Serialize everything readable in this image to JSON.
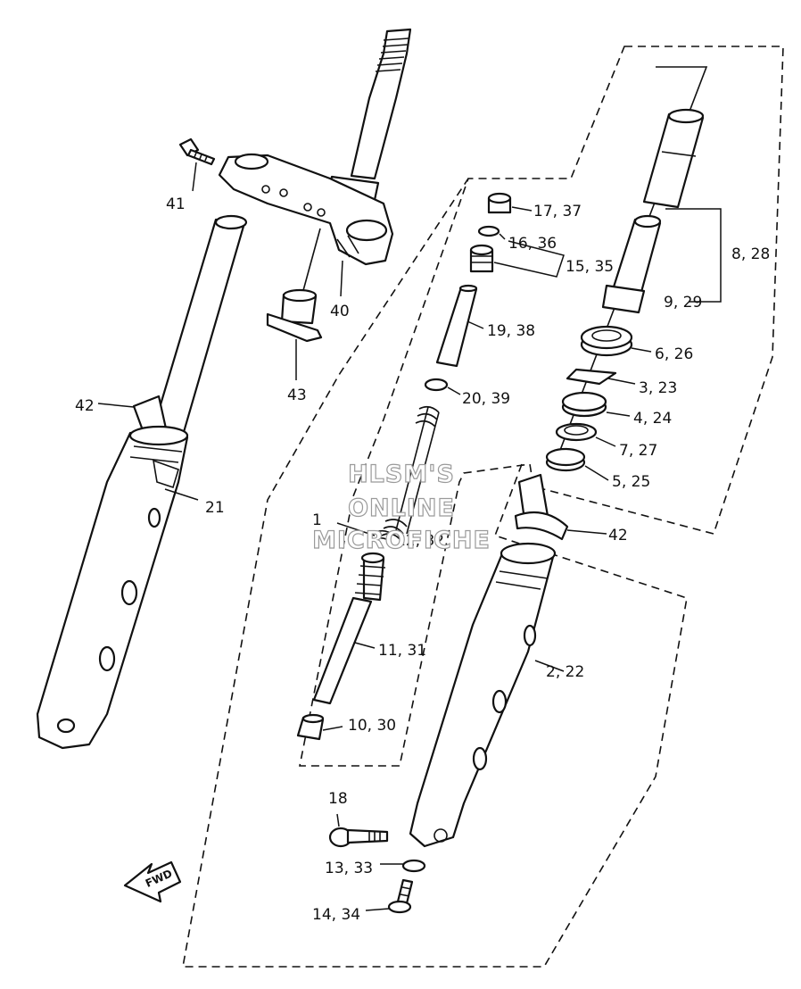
{
  "diagram": {
    "callouts": {
      "c1": "1",
      "c2_22": "2, 22",
      "c3_23": "3, 23",
      "c4_24": "4, 24",
      "c5_25": "5, 25",
      "c6_26": "6, 26",
      "c7_27": "7, 27",
      "c8_28": "8, 28",
      "c9_29": "9, 29",
      "c10_30": "10, 30",
      "c11_31": "11, 31",
      "c12_32": "12, 32",
      "c13_33": "13, 33",
      "c14_34": "14, 34",
      "c15_35": "15, 35",
      "c16_36": "16, 36",
      "c17_37": "17, 37",
      "c18": "18",
      "c19_38": "19, 38",
      "c20_39": "20, 39",
      "c21": "21",
      "c40": "40",
      "c41": "41",
      "c42_left": "42",
      "c42_right": "42",
      "c43": "43"
    },
    "direction_arrow": "FWD"
  },
  "watermark": {
    "line1": "HLSM'S",
    "line2": "ONLINE",
    "line3": "MICROFICHE"
  }
}
